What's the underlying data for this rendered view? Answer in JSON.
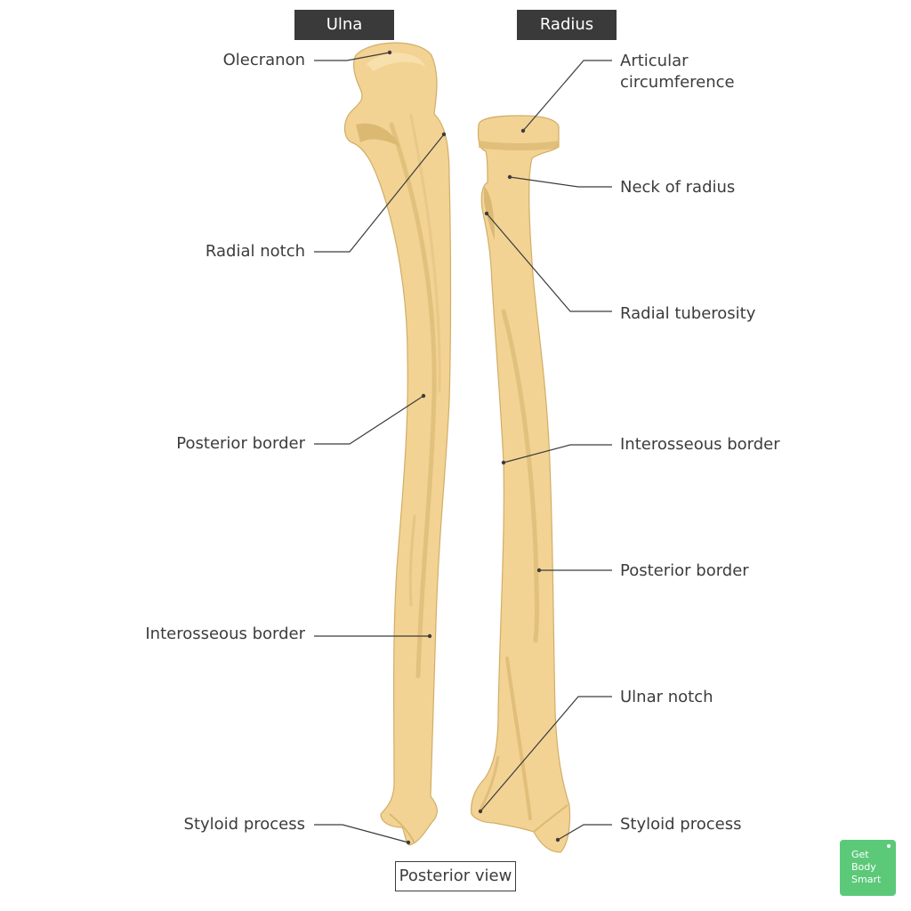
{
  "headers": {
    "ulna": "Ulna",
    "radius": "Radius"
  },
  "labels": {
    "olecranon": "Olecranon",
    "radial_notch": "Radial notch",
    "ulna_posterior_border": "Posterior border",
    "ulna_interosseous_border": "Interosseous border",
    "ulna_styloid_process": "Styloid process",
    "articular_circumference": [
      "Articular",
      "circumference"
    ],
    "neck_of_radius": "Neck of radius",
    "radial_tuberosity": "Radial tuberosity",
    "radius_interosseous_border": "Interosseous border",
    "radius_posterior_border": "Posterior border",
    "ulnar_notch": "Ulnar notch",
    "radius_styloid_process": "Styloid process"
  },
  "view_caption": "Posterior view",
  "brand": {
    "lines": [
      "Get",
      "Body",
      "Smart"
    ],
    "color": "#5cc979"
  },
  "colors": {
    "bone": "#f2d394",
    "bone_shade": "#dcb973",
    "bone_outline": "#d2ad66",
    "leader": "#3c3c3c",
    "header_bg": "#3a3a3a"
  }
}
